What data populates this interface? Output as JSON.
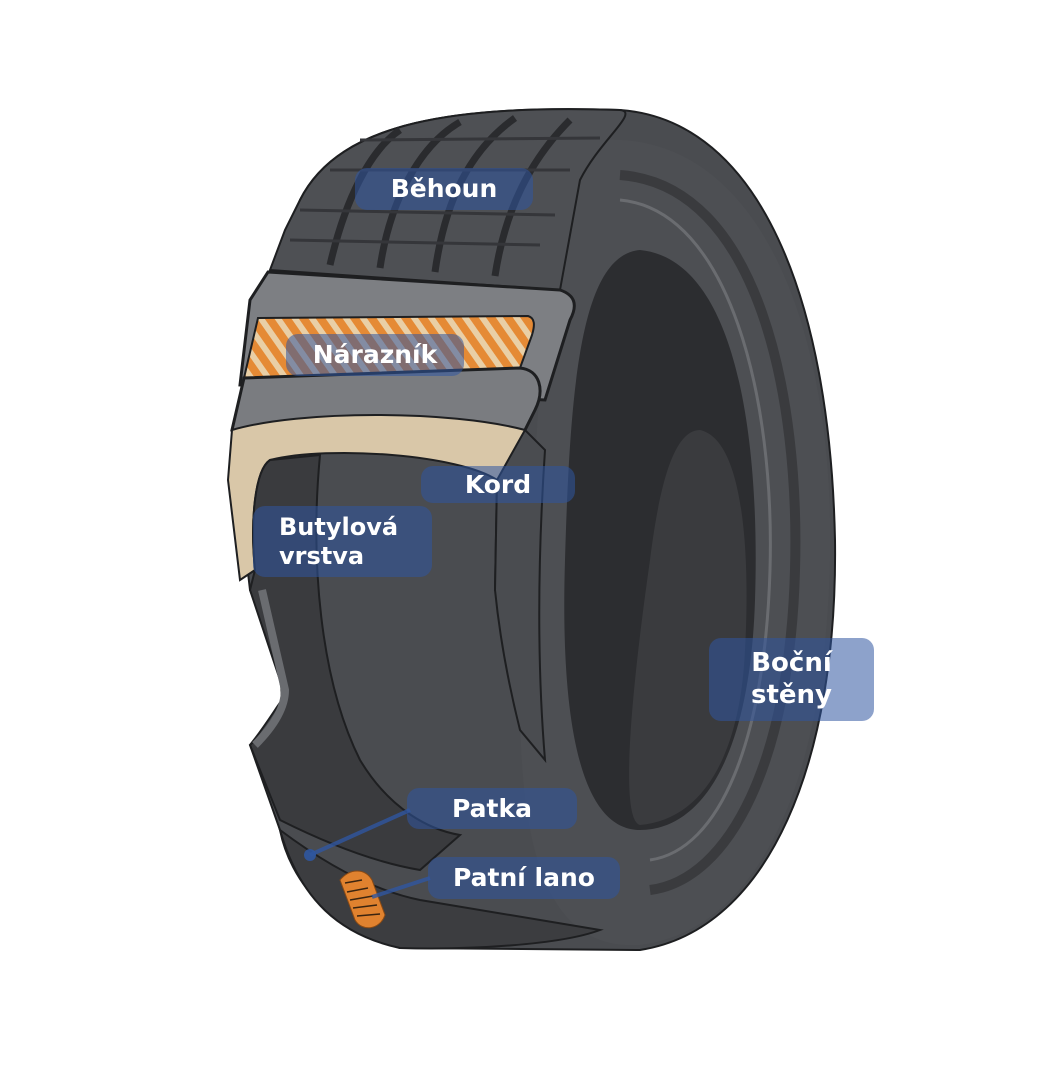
{
  "diagram": {
    "subject": "tire-cross-section",
    "colors": {
      "label_bg": "#2f56a0",
      "label_text": "#ffffff",
      "rubber_dark": "#2f3033",
      "rubber_mid": "#4a4c50",
      "rubber_light": "#6a6c70",
      "cut_face": "#7d7f83",
      "belt_orange": "#e58a35",
      "belt_stripe": "#e9cfa6",
      "ply_tan": "#d9c7a8",
      "bead_orange": "#e0822f"
    },
    "labels": {
      "tread": "Běhoun",
      "belt": "Nárazník",
      "ply": "Kord",
      "inner_liner_line1": "Butylová",
      "inner_liner_line2": "vrstva",
      "sidewall_line1": "Boční",
      "sidewall_line2": "stěny",
      "bead": "Patka",
      "bead_wire": "Patní lano"
    }
  }
}
